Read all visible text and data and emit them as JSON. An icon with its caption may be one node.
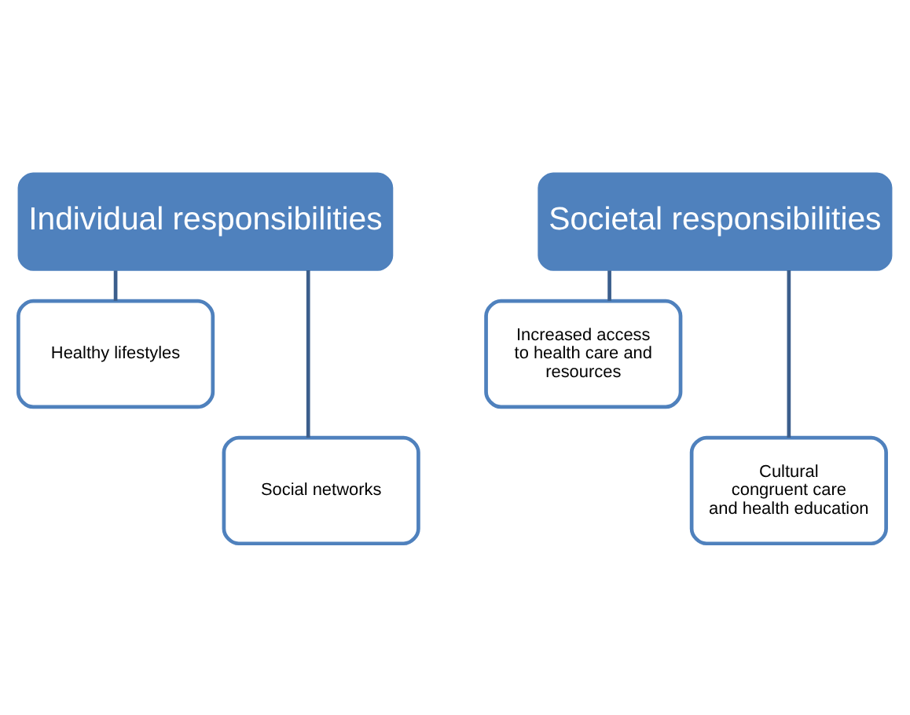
{
  "diagram": {
    "nodes": [
      {
        "text": [
          "Individual responsibilities"
        ]
      },
      {
        "text": [
          "Healthy lifestyles"
        ]
      },
      {
        "text": [
          "Social networks"
        ]
      },
      {
        "text": [
          "Societal responsibilities"
        ]
      },
      {
        "text": [
          "Increased access to health care and resources"
        ]
      },
      {
        "text": [
          "Cultural congruent care and health education"
        ]
      }
    ],
    "edges": [
      {
        "from": 0,
        "to": 1,
        "arrow": "none"
      },
      {
        "from": 0,
        "to": 2,
        "arrow": "none"
      },
      {
        "from": 3,
        "to": 4,
        "arrow": "none"
      },
      {
        "from": 3,
        "to": 5,
        "arrow": "none"
      }
    ]
  }
}
